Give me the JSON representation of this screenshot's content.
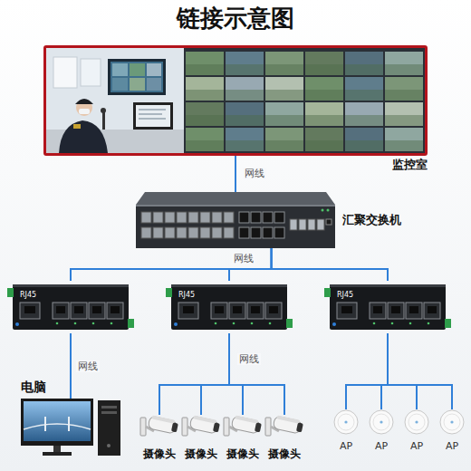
{
  "diagram": {
    "title": "链接示意图",
    "nodes": [
      {
        "text": [
          "监控室"
        ]
      },
      {
        "text": [
          "汇聚交换机"
        ]
      },
      {
        "text": [
          "RJ45"
        ]
      },
      {
        "text": [
          "RJ45"
        ]
      },
      {
        "text": [
          "RJ45"
        ]
      },
      {
        "text": [
          "电脑"
        ]
      },
      {
        "text": [
          "摄像头"
        ]
      },
      {
        "text": [
          "摄像头"
        ]
      },
      {
        "text": [
          "摄像头"
        ]
      },
      {
        "text": [
          "摄像头"
        ]
      },
      {
        "text": [
          "AP"
        ]
      },
      {
        "text": [
          "AP"
        ]
      },
      {
        "text": [
          "AP"
        ]
      },
      {
        "text": [
          "AP"
        ]
      }
    ],
    "edges": [
      {
        "from": 0,
        "to": 1,
        "label": "网线",
        "arrow": "none"
      },
      {
        "from": 1,
        "to": 2,
        "arrow": "none"
      },
      {
        "from": 1,
        "to": 3,
        "label": "网线",
        "arrow": "none"
      },
      {
        "from": 1,
        "to": 4,
        "arrow": "none"
      },
      {
        "from": 2,
        "to": 5,
        "label": "网线",
        "arrow": "none"
      },
      {
        "from": 3,
        "to": 6,
        "label": "网线",
        "arrow": "none"
      },
      {
        "from": 3,
        "to": 7,
        "arrow": "none"
      },
      {
        "from": 3,
        "to": 8,
        "arrow": "none"
      },
      {
        "from": 3,
        "to": 9,
        "arrow": "none"
      },
      {
        "from": 4,
        "to": 10,
        "arrow": "none"
      },
      {
        "from": 4,
        "to": 11,
        "arrow": "none"
      },
      {
        "from": 4,
        "to": 12,
        "arrow": "none"
      },
      {
        "from": 4,
        "to": 13,
        "arrow": "none"
      }
    ]
  }
}
